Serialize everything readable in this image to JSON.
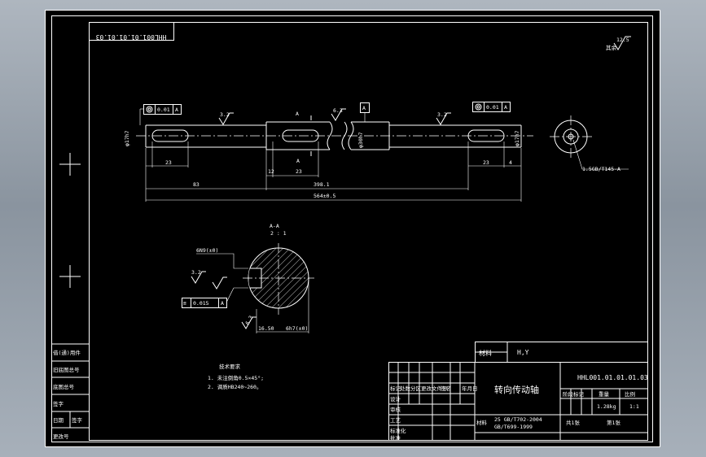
{
  "drawing": {
    "number_mirrored": "HHL001.01.01.01.03",
    "surface_roughness_default": "12.5",
    "roughness_3_2": "3.2",
    "roughness_6_3": "6.3",
    "tolerance_runout": "0.01",
    "datum_A": "A",
    "tolerance_symmetry": "0.015",
    "dia_left": "φ17h7",
    "dia_right": "φ17h7",
    "dia_mid": "φ30h7",
    "dim_23_left": "23",
    "dim_83": "83",
    "dim_12": "12",
    "dim_23_mid": "23",
    "dim_398": "398.1",
    "dim_total": "564±0.5",
    "dim_23_right": "23",
    "dim_4": "4",
    "section_mark_a": "A",
    "section_title": "A-A",
    "section_scale": "2 : 1",
    "key_width": "6N9(±0)",
    "dim_16_50": "16.50",
    "dim_section_small": "6h7(±0)",
    "center_hole_note": "1.5GB/T145-A",
    "tech_req_title": "技术要求",
    "tech_req_1": "1. 未注倒角0.5×45°;",
    "tech_req_2": "2. 调质HB240~260。",
    "left_strip_1": "借(通)用件",
    "left_strip_2": "旧底图总号",
    "left_strip_3": "底图总号",
    "left_strip_4": "签字",
    "left_strip_5": "日期",
    "left_strip_6": "更改号",
    "title_block": {
      "material_label": "材料",
      "material_value": "H,Y",
      "part_name": "转向传动轴",
      "drawing_number": "HHL001.01.01.01.03",
      "mass": "1.28kg",
      "scale": "1:1",
      "standard": "25 GB/T702-2004",
      "standard_sub": "GB/T699-1999",
      "material_row": "材料",
      "sheet": "共1张",
      "sheet_of": "第1张",
      "designer": "设计",
      "checker": "审核",
      "approver": "批准",
      "process": "工艺",
      "standard_check": "标准化",
      "mark": "标记",
      "count": "处数",
      "partition": "分区",
      "change_doc": "更改文件号",
      "sign": "签名",
      "date": "年月日",
      "stage_mark": "阶段标记",
      "weight_label": "重量",
      "scale_label": "比例"
    }
  }
}
